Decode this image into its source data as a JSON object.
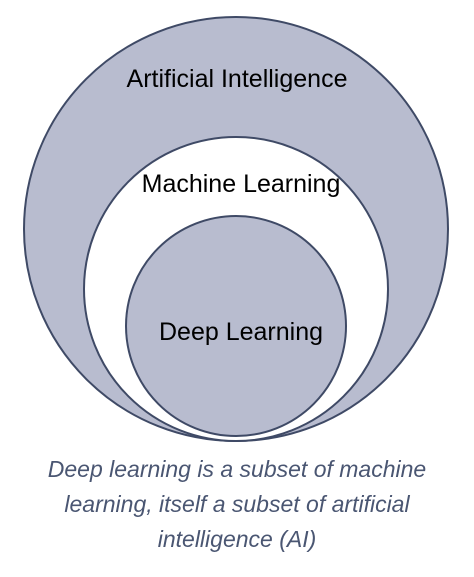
{
  "diagram": {
    "rings": [
      {
        "label": "Artificial Intelligence"
      },
      {
        "label": "Machine Learning"
      },
      {
        "label": "Deep Learning"
      }
    ],
    "colors": {
      "fill": "#b8bccf",
      "stroke": "#3f4a66",
      "inner_fill": "#ffffff"
    }
  },
  "caption": {
    "lines": [
      "Deep learning is a subset of machine",
      "learning, itself a subset of artificial",
      "intelligence (AI)"
    ]
  }
}
